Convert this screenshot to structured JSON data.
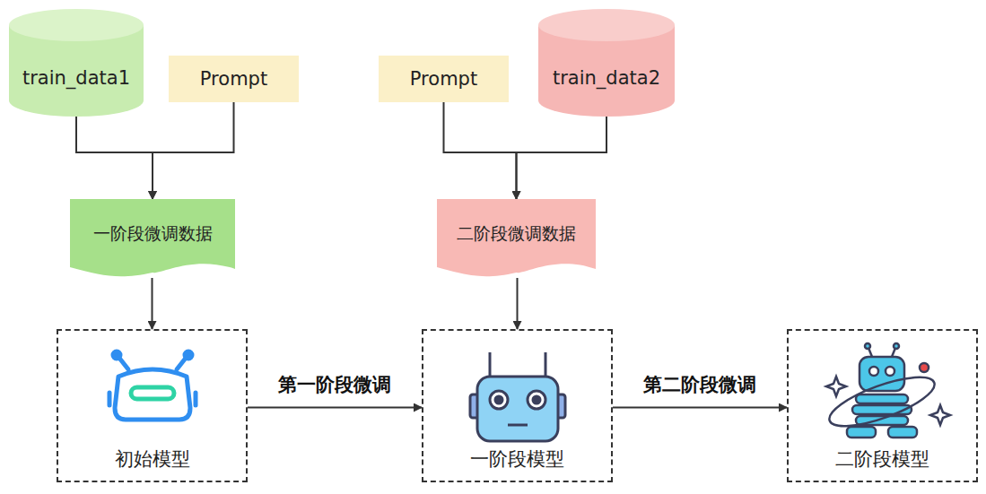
{
  "diagram": {
    "nodes": [
      {
        "text": [
          "train_data1"
        ]
      },
      {
        "text": [
          "Prompt"
        ]
      },
      {
        "text": [
          "Prompt"
        ]
      },
      {
        "text": [
          "train_data2"
        ]
      },
      {
        "text": [
          "一阶段微调数据"
        ]
      },
      {
        "text": [
          "二阶段微调数据"
        ]
      },
      {
        "text": [
          "初始模型"
        ]
      },
      {
        "text": [
          "一阶段模型"
        ]
      },
      {
        "text": [
          "二阶段模型"
        ]
      }
    ],
    "edges": [
      {
        "from": 0,
        "to": 4,
        "arrow": "to"
      },
      {
        "from": 1,
        "to": 4,
        "arrow": "to"
      },
      {
        "from": 2,
        "to": 5,
        "arrow": "to"
      },
      {
        "from": 3,
        "to": 5,
        "arrow": "to"
      },
      {
        "from": 4,
        "to": 6,
        "arrow": "to"
      },
      {
        "from": 5,
        "to": 7,
        "arrow": "to"
      },
      {
        "from": 6,
        "to": 7,
        "label": "第一阶段微调",
        "arrow": "to"
      },
      {
        "from": 7,
        "to": 8,
        "label": "第二阶段微调",
        "arrow": "to"
      }
    ]
  }
}
